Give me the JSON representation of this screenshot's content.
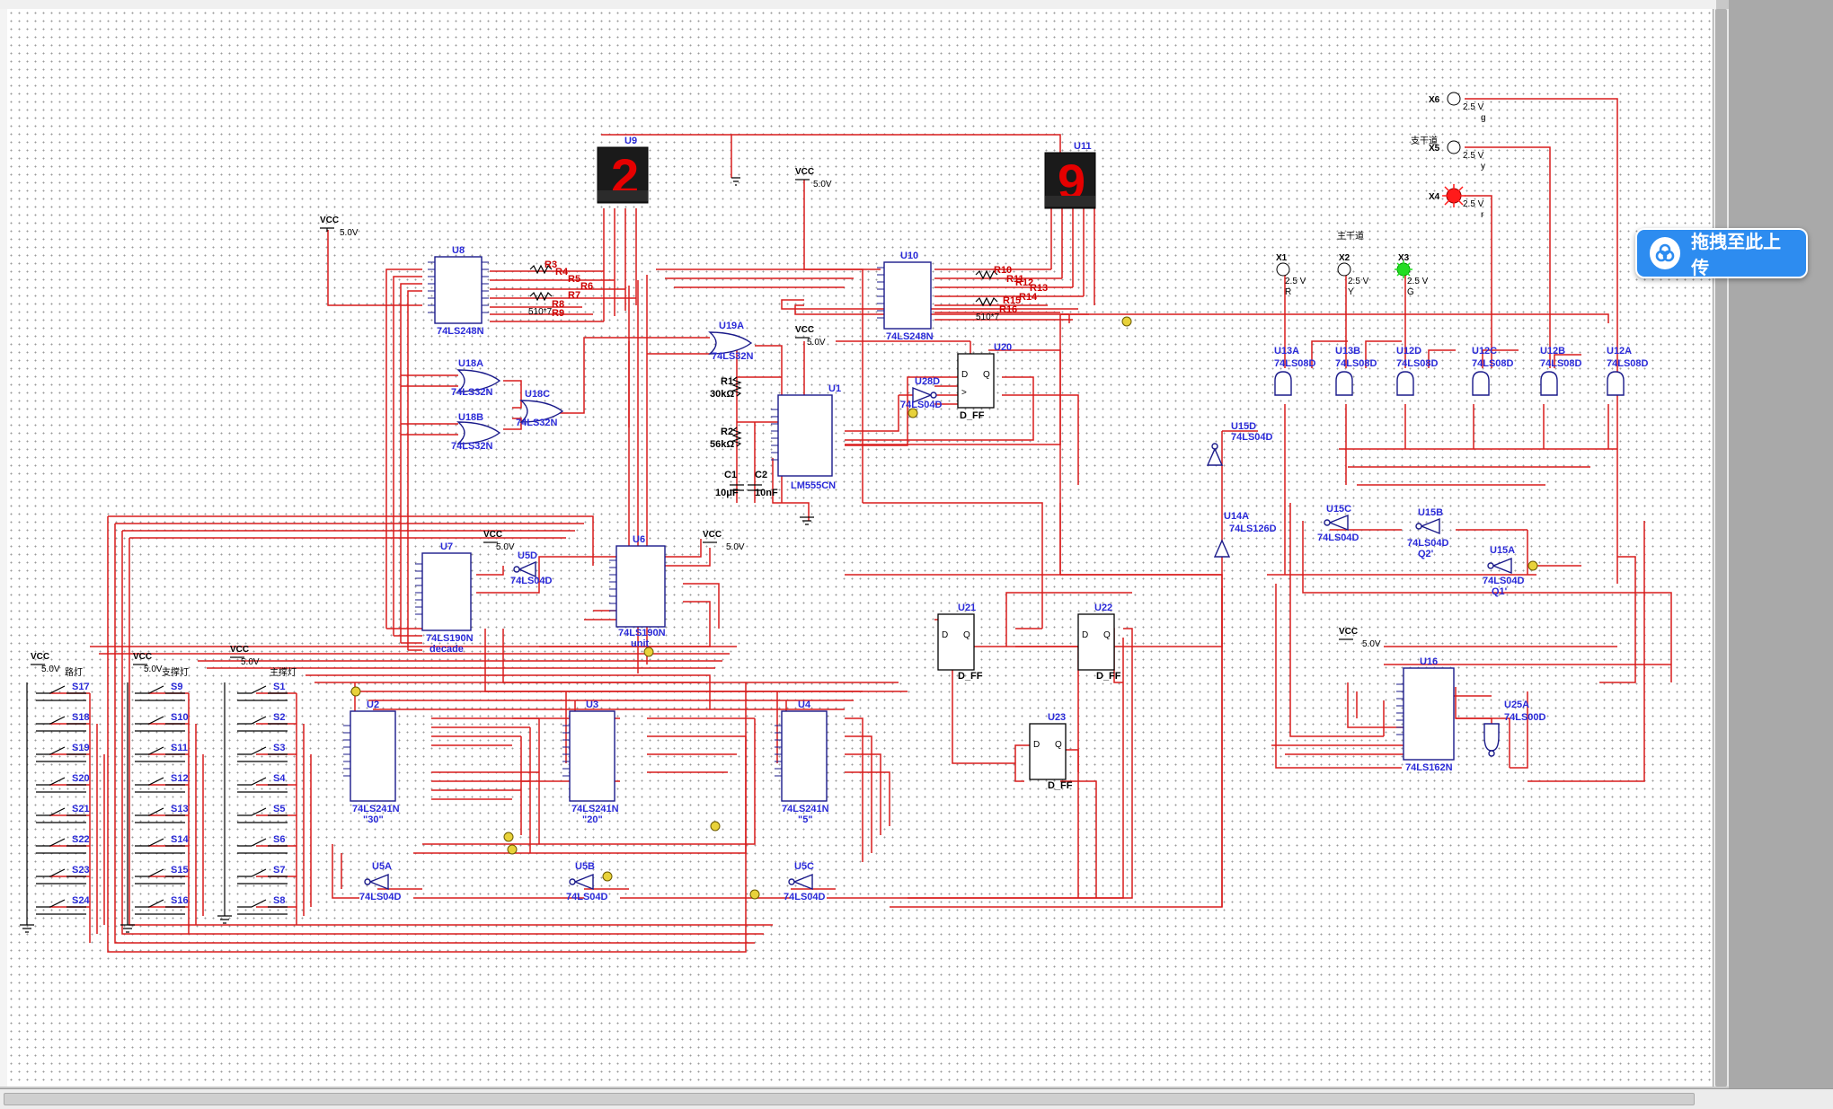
{
  "upload_button": {
    "label": "拖拽至此上传"
  },
  "components": {
    "vcc": {
      "name": "VCC",
      "voltage": "5.0V"
    },
    "displays": [
      {
        "ref": "U9",
        "digit": "2"
      },
      {
        "ref": "U11",
        "digit": "9"
      }
    ],
    "decoders": [
      {
        "ref": "U8",
        "part": "74LS248N",
        "res_pack": "510*7",
        "res": [
          "R3",
          "R4",
          "R5",
          "R6",
          "R7",
          "R8",
          "R9"
        ]
      },
      {
        "ref": "U10",
        "part": "74LS248N",
        "res_pack": "510*7",
        "res": [
          "R10",
          "R11",
          "R12",
          "R13",
          "R14",
          "R15",
          "R16"
        ]
      }
    ],
    "or_gates": [
      {
        "ref": "U18A",
        "part": "74LS32N"
      },
      {
        "ref": "U18B",
        "part": "74LS32N"
      },
      {
        "ref": "U18C",
        "part": "74LS32N"
      },
      {
        "ref": "U19A",
        "part": "74LS32N"
      }
    ],
    "timer": {
      "ref": "U1",
      "part": "LM555CN",
      "r1": "R1",
      "r1_val": "30kΩ",
      "r2": "R2",
      "r2_val": "56kΩ",
      "c1": "C1",
      "c1_val": "10μF",
      "c2": "C2",
      "c2_val": "10nF"
    },
    "inv_u28": {
      "ref": "U28D",
      "part": "74LS04D"
    },
    "flipflops": [
      {
        "ref": "U20",
        "part": "D_FF"
      },
      {
        "ref": "U21",
        "part": "D_FF"
      },
      {
        "ref": "U22",
        "part": "D_FF"
      },
      {
        "ref": "U23",
        "part": "D_FF"
      }
    ],
    "counters": [
      {
        "ref": "U7",
        "part": "74LS190N",
        "note": "decade"
      },
      {
        "ref": "U6",
        "part": "74LS190N",
        "note": "unit"
      }
    ],
    "inv_u5d": {
      "ref": "U5D",
      "part": "74LS04D"
    },
    "buffers": [
      {
        "ref": "U2",
        "part": "74LS241N",
        "note": "\"30\""
      },
      {
        "ref": "U3",
        "part": "74LS241N",
        "note": "\"20\""
      },
      {
        "ref": "U4",
        "part": "74LS241N",
        "note": "\"5\""
      }
    ],
    "inverters_bottom": [
      {
        "ref": "U5A",
        "part": "74LS04D"
      },
      {
        "ref": "U5B",
        "part": "74LS04D"
      },
      {
        "ref": "U5C",
        "part": "74LS04D"
      }
    ],
    "switch_groups": [
      {
        "title": "路灯",
        "switches": [
          "S17",
          "S18",
          "S19",
          "S20",
          "S21",
          "S22",
          "S23",
          "S24"
        ]
      },
      {
        "title": "支撑灯",
        "switches": [
          "S9",
          "S10",
          "S11",
          "S12",
          "S13",
          "S14",
          "S15",
          "S16"
        ]
      },
      {
        "title": "主撑灯",
        "switches": [
          "S1",
          "S2",
          "S3",
          "S4",
          "S5",
          "S6",
          "S7",
          "S8"
        ]
      }
    ],
    "probes_top": [
      {
        "ref": "X6",
        "voltage": "2.5 V",
        "tag": "g",
        "state": "off"
      },
      {
        "ref": "X5",
        "voltage": "2.5 V",
        "tag": "y",
        "state": "off"
      },
      {
        "ref": "X4",
        "voltage": "2.5 V",
        "tag": "r",
        "state": "red"
      }
    ],
    "side_road_label": "支干道",
    "main_road_label": "主干道",
    "probes_mid": [
      {
        "ref": "X1",
        "voltage": "2.5 V",
        "tag": "R",
        "state": "off"
      },
      {
        "ref": "X2",
        "voltage": "2.5 V",
        "tag": "Y",
        "state": "off"
      },
      {
        "ref": "X3",
        "voltage": "2.5 V",
        "tag": "G",
        "state": "green"
      }
    ],
    "and_gates": [
      {
        "ref": "U13A",
        "part": "74LS08D"
      },
      {
        "ref": "U13B",
        "part": "74LS08D"
      },
      {
        "ref": "U12D",
        "part": "74LS08D"
      },
      {
        "ref": "U12C",
        "part": "74LS08D"
      },
      {
        "ref": "U12B",
        "part": "74LS08D"
      },
      {
        "ref": "U12A",
        "part": "74LS08D"
      }
    ],
    "inv_u15d": {
      "ref": "U15D",
      "part": "74LS04D"
    },
    "tri_u14a": {
      "ref": "U14A",
      "part": "74LS126D"
    },
    "inv_u15c": {
      "ref": "U15C",
      "part": "74LS04D"
    },
    "inv_u15b": {
      "ref": "U15B",
      "part": "74LS04D",
      "note": "Q2'"
    },
    "inv_u15a": {
      "ref": "U15A",
      "part": "74LS04D",
      "note": "Q1'"
    },
    "counter_u16": {
      "ref": "U16",
      "part": "74LS162N"
    },
    "nand_u25a": {
      "ref": "U25A",
      "part": "74LS00D"
    }
  }
}
